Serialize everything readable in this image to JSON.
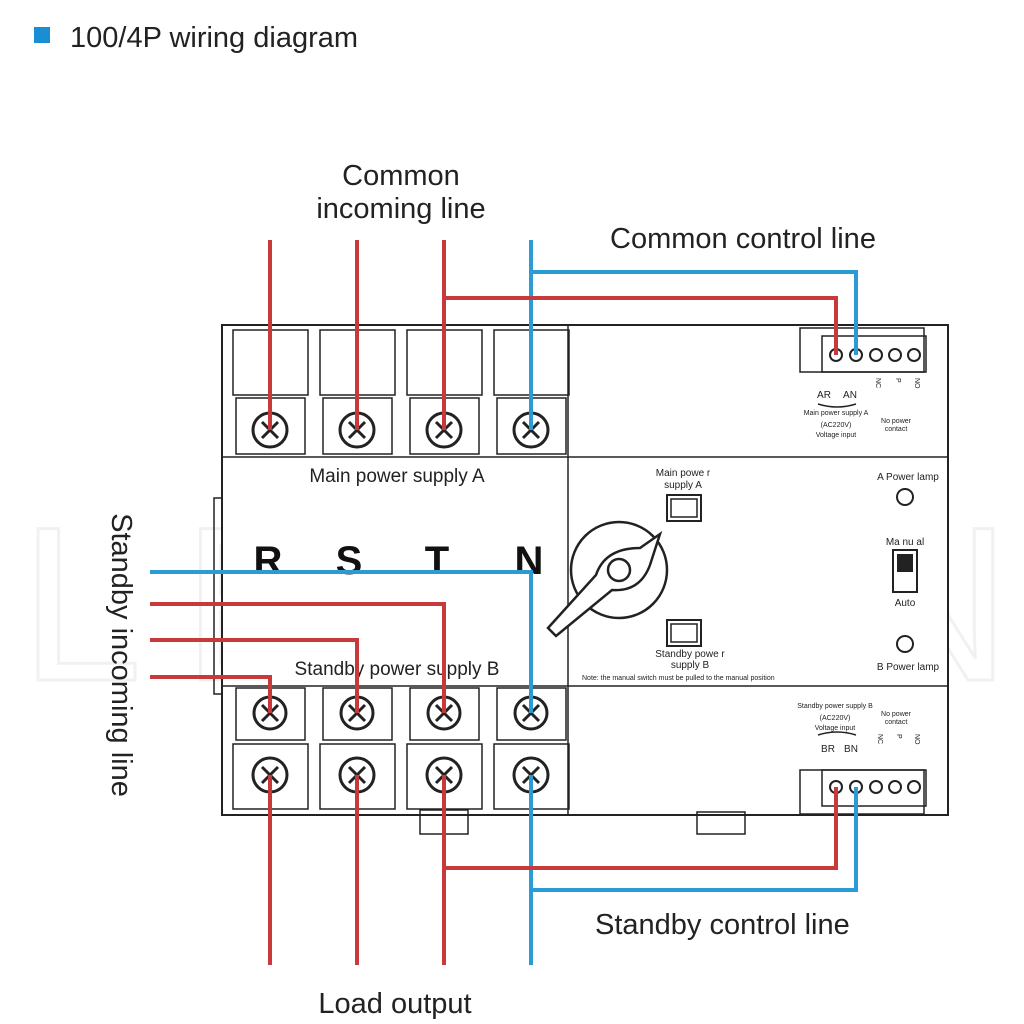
{
  "header": {
    "title": "100/4P wiring diagram",
    "marker_color": "#1a8ed4"
  },
  "watermark": "LEITONG",
  "labels": {
    "common_incoming_line_1": "Common",
    "common_incoming_line_2": "incoming line",
    "common_control_line": "Common control line",
    "standby_incoming_line": "Standby incoming line",
    "standby_control_line": "Standby control line",
    "load_output": "Load output"
  },
  "device": {
    "main_supply": "Main power supply A",
    "standby_supply": "Standby power supply B",
    "phases": [
      "R",
      "S",
      "T",
      "N"
    ],
    "switch_main_1": "Main powe r",
    "switch_main_2": "supply A",
    "switch_standby_1": "Standby powe r",
    "switch_standby_2": "supply B",
    "note": "Note: the manual switch must be pulled to the manual position",
    "a_power_lamp": "A Power lamp",
    "b_power_lamp": "B Power lamp",
    "manual": "Ma nu al",
    "auto": "Auto",
    "top_block": {
      "ar": "AR",
      "an": "AN",
      "main_input_1": "Main power supply A",
      "main_input_2": "(AC220V)",
      "main_input_3": "Voltage input",
      "contacts": [
        "NC",
        "P",
        "NO"
      ],
      "no_power_1": "No power",
      "no_power_2": "contact"
    },
    "bottom_block": {
      "standby_input_1": "Standby power supply B",
      "standby_input_2": "(AC220V)",
      "standby_input_3": "Voltage input",
      "br": "BR",
      "bn": "BN",
      "contacts": [
        "NC",
        "P",
        "NO"
      ],
      "no_power_1": "No power",
      "no_power_2": "contact"
    }
  },
  "colors": {
    "live_wire": "#c8393c",
    "neutral_wire": "#2b9bd6",
    "outline": "#222222"
  }
}
